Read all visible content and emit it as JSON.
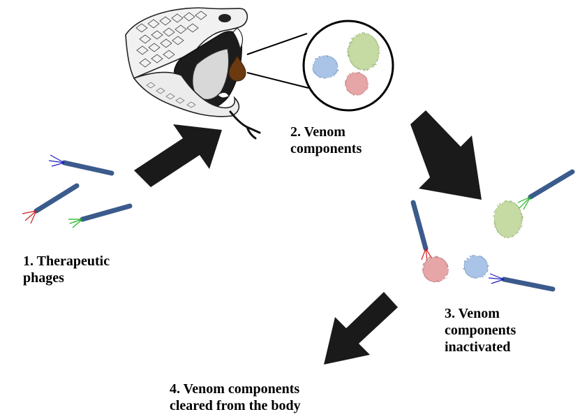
{
  "steps": [
    {
      "number": "1.",
      "lines": [
        "1. Therapeutic",
        "phages"
      ]
    },
    {
      "number": "2.",
      "lines": [
        "2. Venom",
        "components"
      ]
    },
    {
      "number": "3.",
      "lines": [
        "3. Venom",
        "components",
        "inactivated"
      ]
    },
    {
      "number": "4.",
      "lines": [
        "4. Venom components",
        "cleared from the body"
      ]
    }
  ],
  "colors": {
    "arrow": "#1a1a1a",
    "phage_body": "#3b5b8c",
    "tail_blue": "#1c1cc8",
    "tail_red": "#d21c1c",
    "tail_green": "#1cb41c",
    "protein_blue": "#a9c4e6",
    "protein_green": "#c5dba3",
    "protein_red": "#e6a6a8",
    "venom_drop": "#6b3a10"
  },
  "icons": [
    "snake-head-icon",
    "venom-drop-icon",
    "magnifier-circle-icon",
    "phage-icon",
    "protein-icon"
  ]
}
